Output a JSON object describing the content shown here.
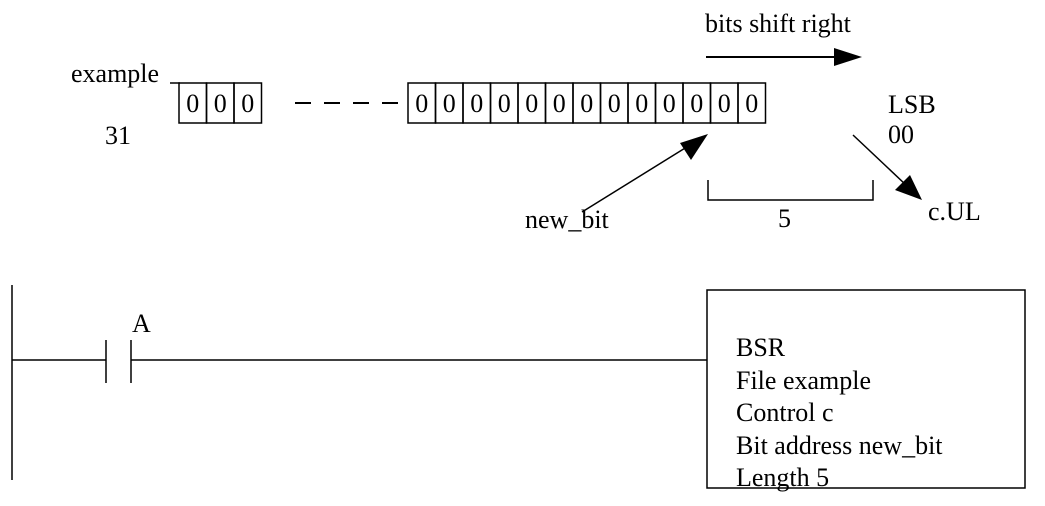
{
  "register": {
    "name_label": "example",
    "high_bit_label": "31",
    "low_bit_label": "00",
    "lsb_label": "LSB",
    "left_bits": [
      "0",
      "0",
      "0"
    ],
    "right_bits": [
      "0",
      "0",
      "0",
      "0",
      "0",
      "0",
      "0",
      "0",
      "0",
      "0",
      "0",
      "0",
      "0"
    ]
  },
  "annotations": {
    "shift_direction": "bits shift right",
    "new_bit_label": "new_bit",
    "length_label": "5",
    "unload_label": "c.UL"
  },
  "ladder": {
    "contact_label": "A",
    "instruction": {
      "name": "BSR",
      "file": "File example",
      "control": "Control c",
      "bit_address": "Bit address new_bit",
      "length": "Length 5"
    }
  }
}
